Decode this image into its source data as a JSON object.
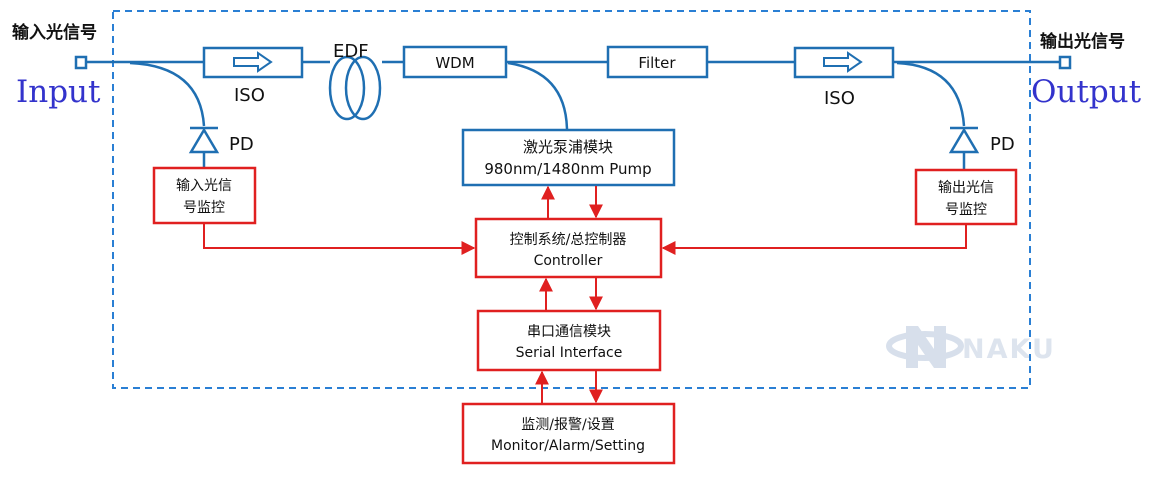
{
  "input": {
    "cn": "输入光信号",
    "en": "Input"
  },
  "output": {
    "cn": "输出光信号",
    "en": "Output"
  },
  "optical": {
    "iso_left": "ISO",
    "edf": "EDF",
    "wdm": "WDM",
    "filter": "Filter",
    "iso_right": "ISO",
    "pd_left": "PD",
    "pd_right": "PD"
  },
  "modules": {
    "pump": {
      "line1": "激光泵浦模块",
      "line2": "980nm/1480nm Pump"
    },
    "input_monitor": {
      "line1": "输入光信",
      "line2": "号监控"
    },
    "output_monitor": {
      "line1": "输出光信",
      "line2": "号监控"
    },
    "controller": {
      "line1": "控制系统/总控制器",
      "line2": "Controller"
    },
    "serial": {
      "line1": "串口通信模块",
      "line2": "Serial Interface"
    },
    "monitor": {
      "line1": "监测/报警/设置",
      "line2": "Monitor/Alarm/Setting"
    }
  },
  "watermark": {
    "text": "NAKU"
  },
  "colors": {
    "optical": "#1f6fb2",
    "control": "#e02020",
    "dashed": "#2a7fd4",
    "serif_label": "#3333cc"
  }
}
